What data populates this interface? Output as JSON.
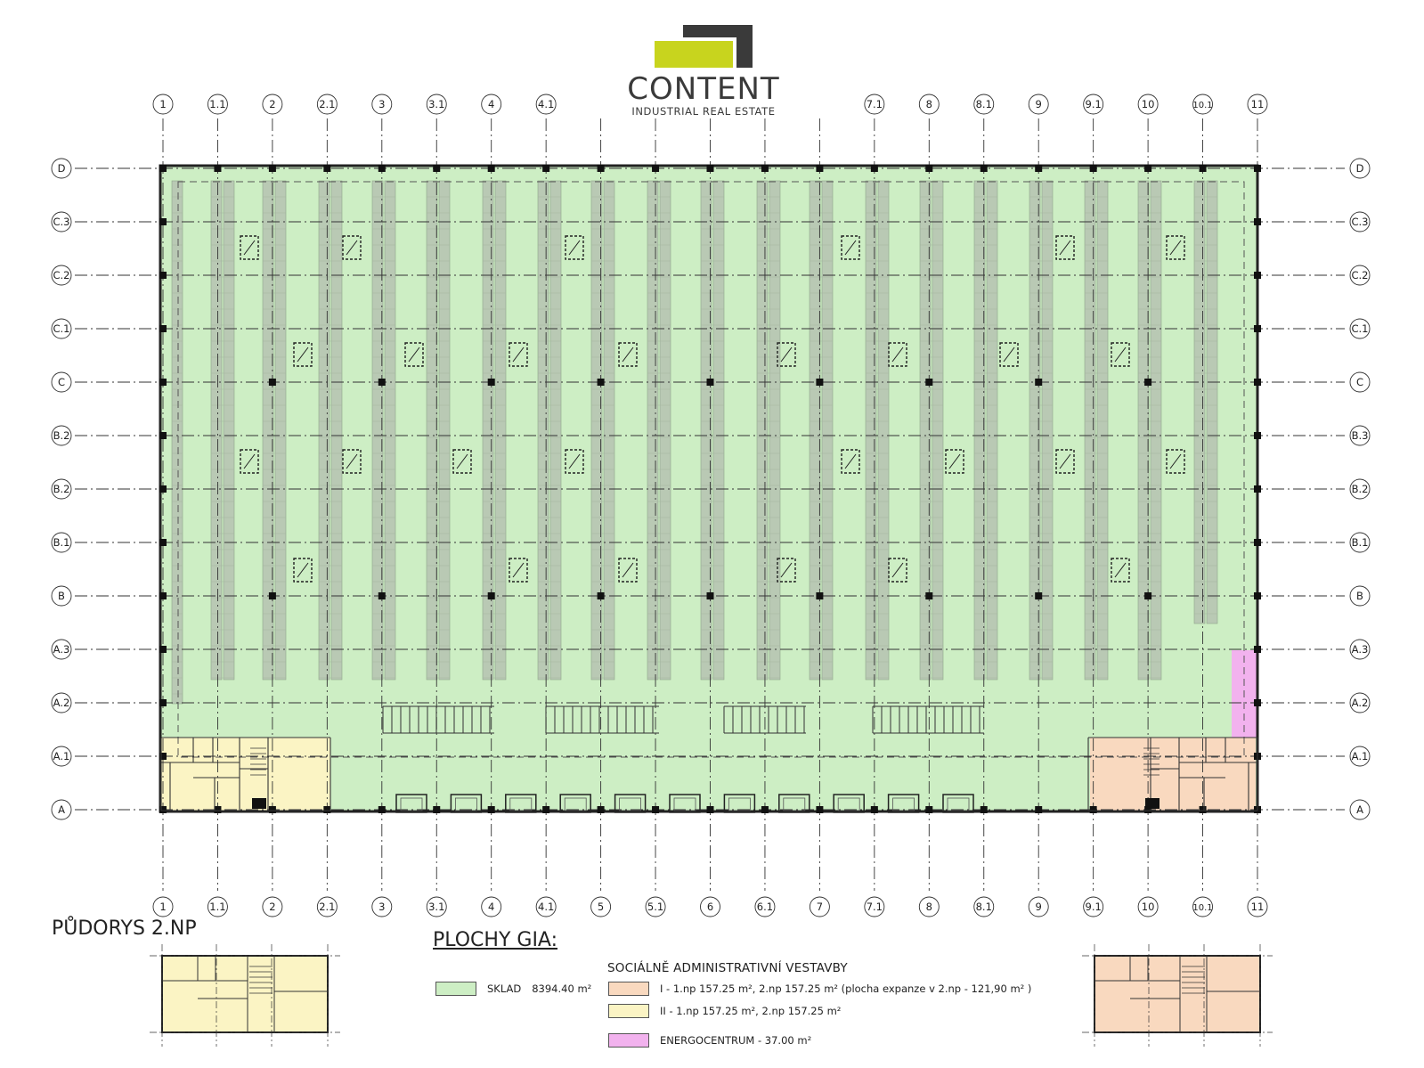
{
  "logo": {
    "name": "CONTENT",
    "tagline": "INDUSTRIAL REAL ESTATE",
    "colors": {
      "accent": "#c8d41e",
      "dark": "#3a3a3a"
    }
  },
  "plan_title": "PŮDORYS 2.NP",
  "grid": {
    "columns_top": [
      "1",
      "1.1",
      "2",
      "2.1",
      "3",
      "3.1",
      "4",
      "4.1",
      "",
      "",
      "",
      "",
      "",
      "7.1",
      "8",
      "8.1",
      "9",
      "9.1",
      "10",
      "10.1",
      "11"
    ],
    "columns_bottom": [
      "1",
      "1.1",
      "2",
      "2.1",
      "3",
      "3.1",
      "4",
      "4.1",
      "5",
      "5.1",
      "6",
      "6.1",
      "7",
      "7.1",
      "8",
      "8.1",
      "9",
      "9.1",
      "10",
      "10.1",
      "11"
    ],
    "rows_left": [
      "D",
      "C.3",
      "C.2",
      "C.1",
      "C",
      "B.2",
      "B.2",
      "B.1",
      "B",
      "A.3",
      "A.2",
      "A.1",
      "A"
    ],
    "rows_right": [
      "D",
      "C.3",
      "C.2",
      "C.1",
      "C",
      "B.3",
      "B.2",
      "B.1",
      "B",
      "A.3",
      "A.2",
      "A.1",
      "A"
    ]
  },
  "legend": {
    "title": "PLOCHY GIA:",
    "sklad": {
      "label": "SKLAD",
      "area": "8394.40 m²",
      "color": "#cdeec4"
    },
    "group_title": "SOCIÁLNĚ ADMINISTRATIVNÍ VESTAVBY",
    "items": [
      {
        "label": "I - 1.np 157.25 m², 2.np 157.25 m² (plocha expanze v 2.np - 121,90 m² )",
        "color": "#f9d9bf"
      },
      {
        "label": "II - 1.np 157.25 m², 2.np 157.25 m²",
        "color": "#fbf4c4"
      },
      {
        "label": "ENERGOCENTRUM - 37.00 m²",
        "color": "#f2b2ee"
      }
    ]
  },
  "colors": {
    "warehouse": "#cdeec4",
    "office_left": "#fbf4c4",
    "office_right": "#f9d9bf",
    "energocentrum": "#f2b2ee",
    "rack": "#b9c9b4",
    "grid_line": "#333333"
  }
}
